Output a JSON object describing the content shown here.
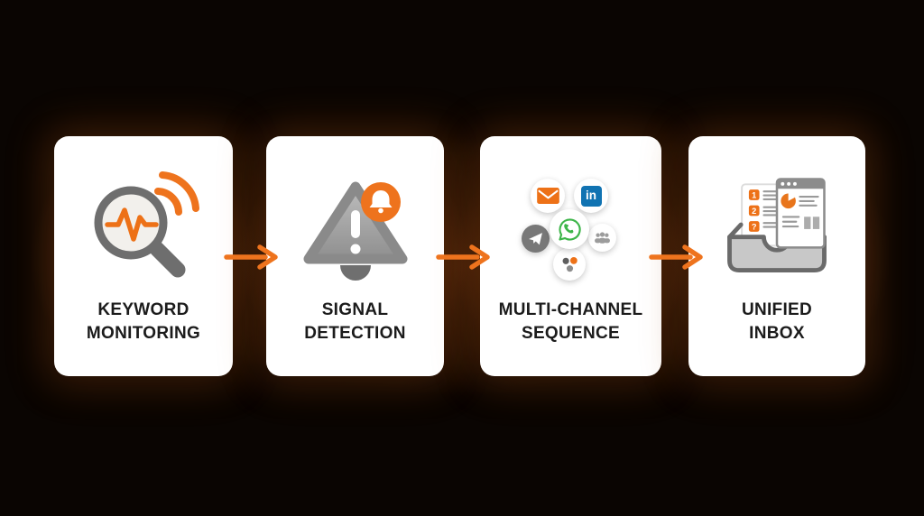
{
  "diagram": {
    "type": "process-flow",
    "background_color": "#0A0502",
    "accent_color": "#EE731D",
    "card_color": "#FFFFFF",
    "text_color": "#1B1B1B",
    "colors": {
      "icon_gray": "#6F6F6F",
      "triangle_gray": "#9E9E9E",
      "linkedin_blue": "#1173B2",
      "whatsapp_green": "#3DB549",
      "telegram_gray": "#787878",
      "glow": "#A6521A"
    },
    "steps": [
      {
        "title_line1": "KEYWORD",
        "title_line2": "MONITORING",
        "icon": "magnifier-pulse-signal-icon"
      },
      {
        "title_line1": "SIGNAL",
        "title_line2": "DETECTION",
        "icon": "warning-triangle-bell-icon"
      },
      {
        "title_line1": "MULTI-CHANNEL",
        "title_line2": "SEQUENCE",
        "icon": "channel-cluster-icon",
        "channels": [
          "email",
          "linkedin",
          "whatsapp",
          "telegram",
          "audience",
          "menu-dots"
        ],
        "linkedin_label": "in"
      },
      {
        "title_line1": "UNIFIED",
        "title_line2": "INBOX",
        "icon": "inbox-documents-icon",
        "list_markers": [
          "1",
          "2",
          "?"
        ]
      }
    ]
  }
}
